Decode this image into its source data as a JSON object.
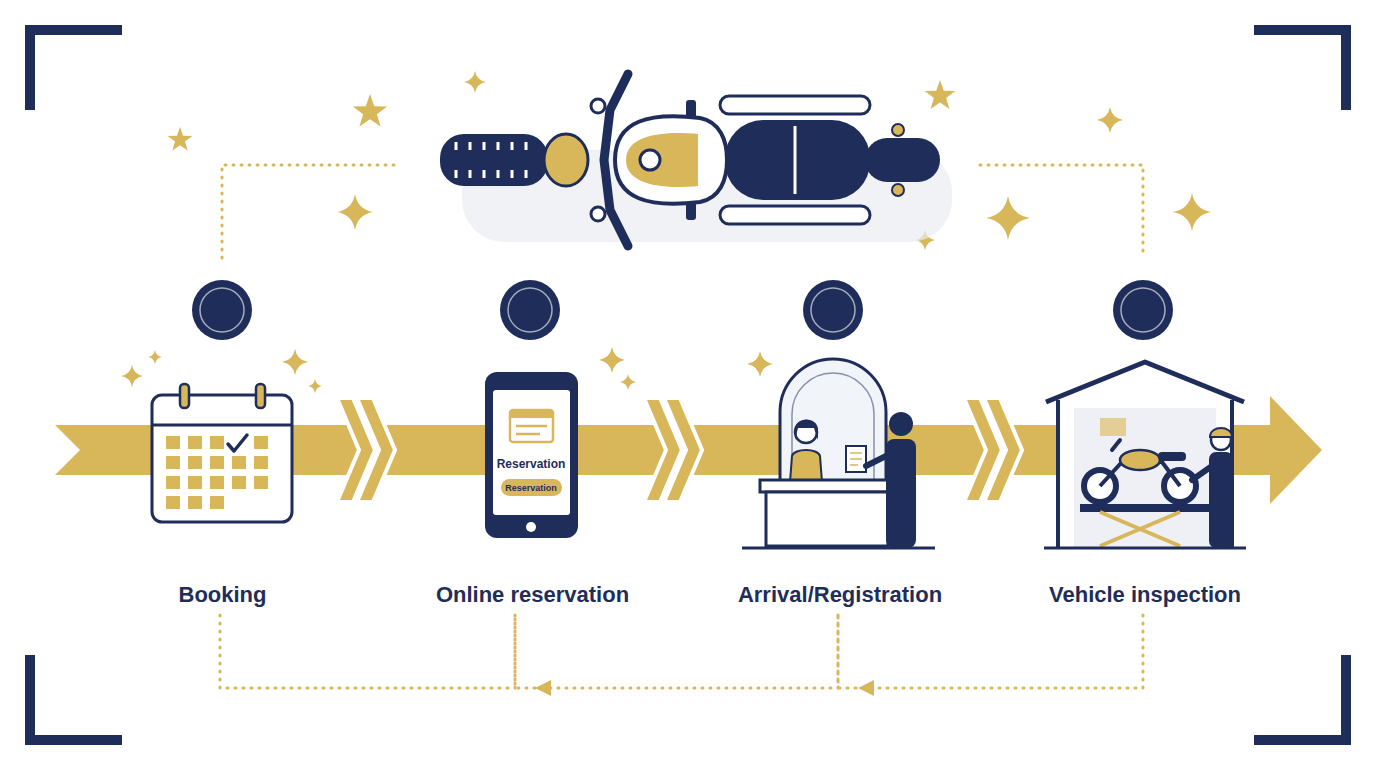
{
  "diagram": {
    "nodes": [
      {
        "text": [
          "Booking"
        ]
      },
      {
        "text": [
          "Online reservation"
        ]
      },
      {
        "text": [
          "Arrival/Registration"
        ]
      },
      {
        "text": [
          "Vehicle inspection"
        ]
      }
    ],
    "edges": [
      {
        "from": 0,
        "to": 1,
        "arrow": "to"
      },
      {
        "from": 1,
        "to": 2,
        "arrow": "to"
      },
      {
        "from": 2,
        "to": 3,
        "arrow": "to"
      },
      {
        "from": 3,
        "to": 2,
        "arrow": "to"
      },
      {
        "from": 2,
        "to": 1,
        "arrow": "to"
      },
      {
        "from": 1,
        "to": 0,
        "arrow": "none"
      }
    ],
    "labels": [
      "Reservation",
      "Reservation"
    ]
  }
}
